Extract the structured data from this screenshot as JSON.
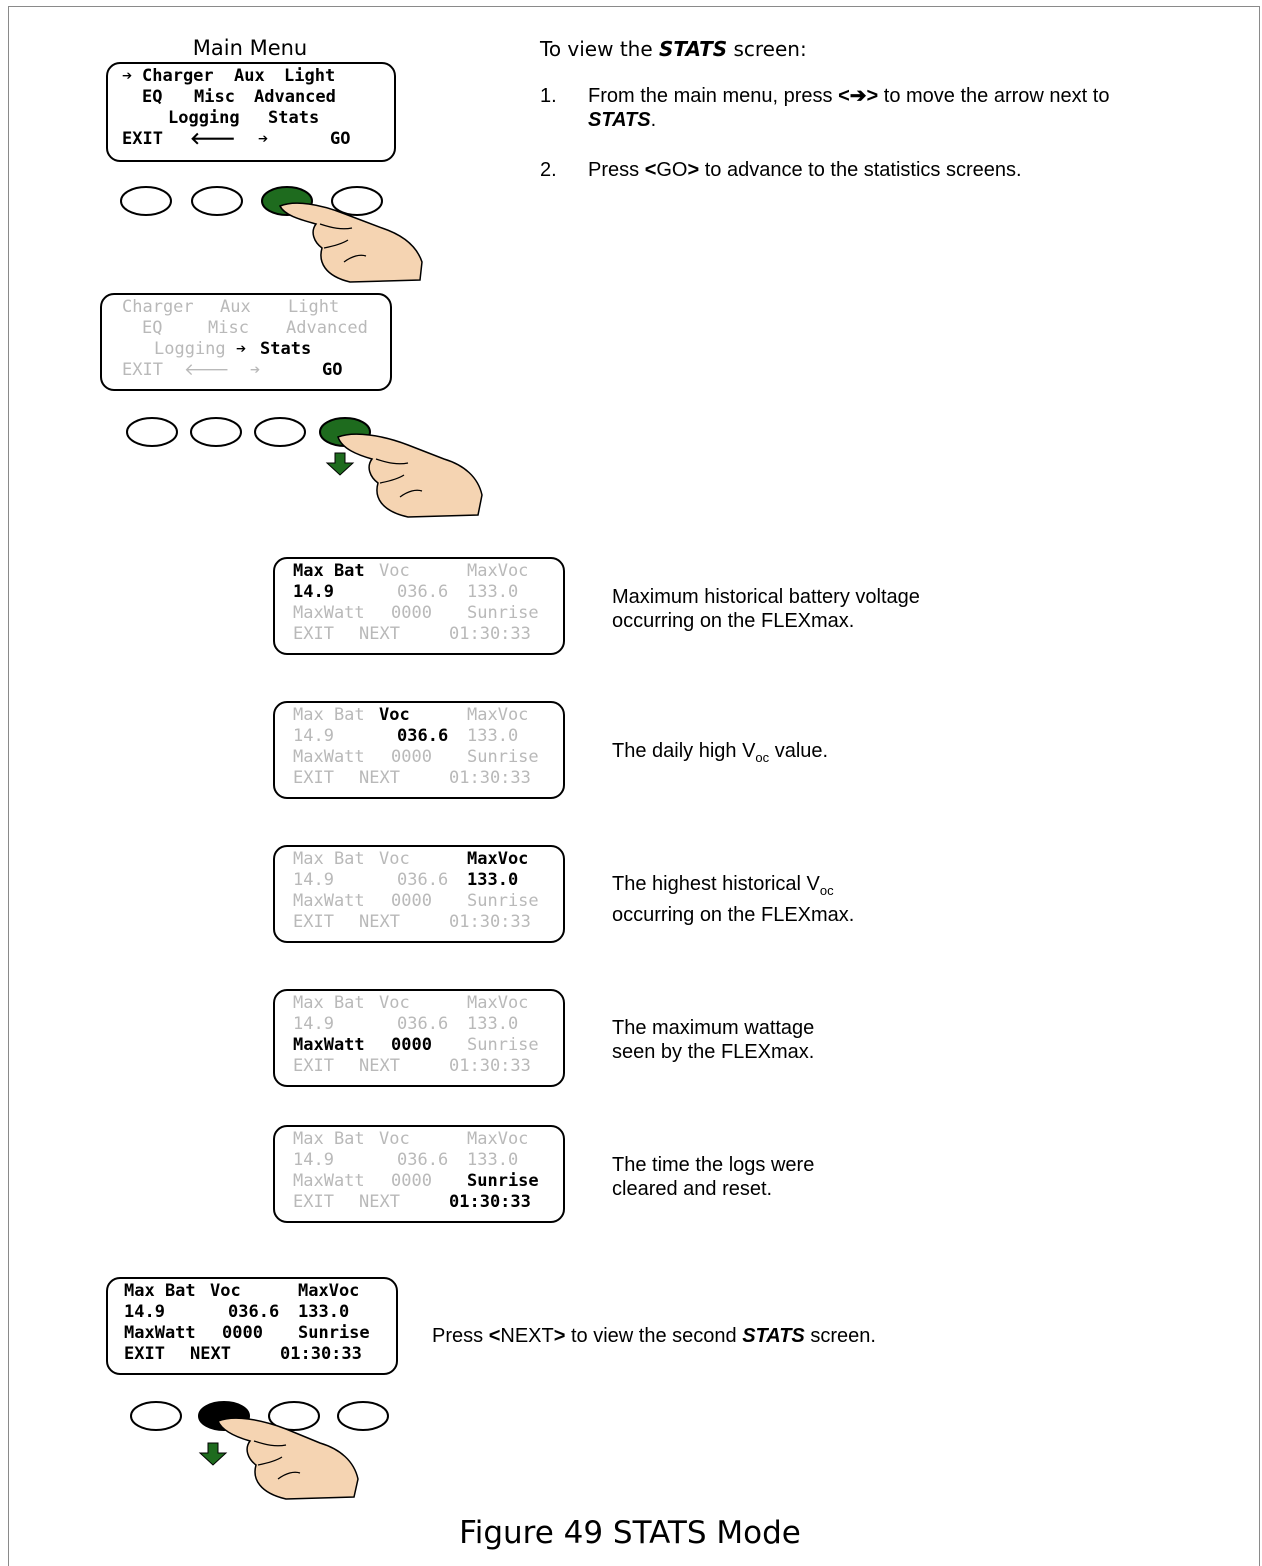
{
  "main_menu": {
    "title": "Main Menu",
    "row1": {
      "arrow": "➔",
      "a": "Charger",
      "b": "Aux",
      "c": "Light"
    },
    "row2": {
      "a": "EQ",
      "b": "Misc",
      "c": "Advanced"
    },
    "row3": {
      "a": "Logging",
      "b": "Stats"
    },
    "row4": {
      "a": "EXIT",
      "b": "🡐",
      "c": "➔",
      "d": "GO"
    }
  },
  "menu_stats": {
    "row1": {
      "a": "Charger",
      "b": "Aux",
      "c": "Light"
    },
    "row2": {
      "a": "EQ",
      "b": "Misc",
      "c": "Advanced"
    },
    "row3": {
      "a": "Logging",
      "arrow": "➔",
      "b": "Stats"
    },
    "row4": {
      "a": "EXIT",
      "b": "🡐",
      "c": "➔",
      "d": "GO"
    }
  },
  "instructions": {
    "heading_pre": "To view the ",
    "heading_em": "STATS",
    "heading_post": " screen:",
    "steps": [
      {
        "num": "1.",
        "pre": "From the main menu, press ",
        "key": "<➔>",
        "mid": " to move the arrow next to ",
        "em": "STATS",
        "post": "."
      },
      {
        "num": "2.",
        "pre": "Press ",
        "lt": "<",
        "key": "GO",
        "gt": ">",
        "post": " to advance to the statistics screens."
      }
    ]
  },
  "stats_screen": {
    "max_bat_label": "Max Bat",
    "voc_label": "Voc",
    "maxvoc_label": "MaxVoc",
    "max_bat_value": "14.9",
    "voc_value": "036.6",
    "maxvoc_value": "133.0",
    "maxwatt_label": "MaxWatt",
    "maxwatt_value": "0000",
    "sunrise_label": "Sunrise",
    "exit": "EXIT",
    "next": "NEXT",
    "time": "01:30:33"
  },
  "descriptions": [
    "Maximum historical battery voltage occurring on the FLEXmax.",
    {
      "pre": "The daily high V",
      "sub": "oc",
      "post": " value."
    },
    {
      "pre": "The highest historical V",
      "sub": "oc",
      "post": "occurring on the FLEXmax."
    },
    "The maximum wattage seen by the FLEXmax.",
    "The time the logs were cleared and reset."
  ],
  "desc_lines": [
    [
      "Maximum historical battery voltage",
      "occurring on the FLEXmax."
    ],
    [
      "The maximum wattage",
      "seen by the FLEXmax."
    ],
    [
      "The time the logs were",
      "cleared and reset."
    ]
  ],
  "next_note": {
    "pre": "Press ",
    "lt": "<",
    "key": "NEXT",
    "gt": ">",
    "mid": " to view the second ",
    "em": "STATS",
    "post": " screen."
  },
  "caption": "Figure 49   STATS Mode",
  "colors": {
    "button_active_green": "#1e6b1e",
    "button_active_black": "#000000",
    "arrow_green": "#1e6b1e",
    "skin": "#f5d4b2",
    "dim_text": "#b9b9b9"
  }
}
